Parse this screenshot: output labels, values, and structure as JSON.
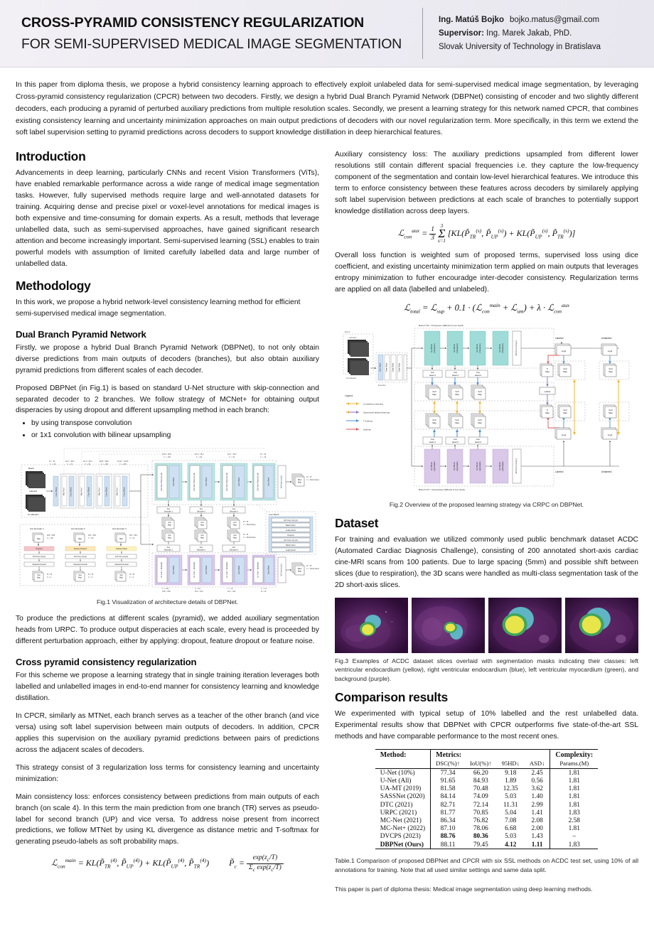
{
  "header": {
    "title_line1": "CROSS-PYRAMID CONSISTENCY REGULARIZATION",
    "title_line2": "FOR SEMI-SUPERVISED MEDICAL IMAGE SEGMENTATION",
    "author_label": "Ing. Matúš Bojko",
    "author_email": "bojko.matus@gmail.com",
    "supervisor_label": "Supervisor:",
    "supervisor_name": "Ing. Marek Jakab, PhD.",
    "affiliation": "Slovak University of Technology in Bratislava"
  },
  "abstract": "In this paper from diploma thesis, we propose a hybrid consistency learning approach to effectively exploit unlabeled data for semi-supervised medical image segmentation, by leveraging Cross-pyramid consistency regularization (CPCR) between two decoders. Firstly, we design a hybrid Dual Branch Pyramid Network (DBPNet) consisting of encoder and two slightly different decoders, each producing a pyramid of perturbed auxiliary predictions from multiple resolution scales. Secondly, we present a learning strategy for this network named CPCR, that combines existing consistency learning and uncertainty minimization approaches on main output predictions of decoders with our novel regularization term. More specifically, in this term we extend the soft label supervision setting to pyramid predictions across decoders to support knowledge distillation in deep hierarchical features.",
  "left": {
    "introduction_heading": "Introduction",
    "introduction_text": "Advancements in deep learning, particularly CNNs and recent Vision Transformers (ViTs), have enabled remarkable performance across a wide range of medical image segmentation tasks. However, fully supervised methods require large and well-annotated datasets for training. Acquiring dense and precise pixel or voxel-level annotations for medical images is both expensive and time-consuming for domain experts. As a result, methods that leverage unlabelled data, such as semi-supervised approaches, have gained significant research attention and become increasingly important. Semi-supervised learning (SSL) enables to train powerful models with assumption of limited carefully labelled data and large number of unlabelled data.",
    "methodology_heading": "Methodology",
    "methodology_text": "In this work, we propose a hybrid network-level consistency learning method for efficient semi-supervised medical image segmentation.",
    "dbpnet_heading": "Dual Branch Pyramid Network",
    "dbpnet_p1": "Firstly, we propose a hybrid Dual Branch Pyramid Network (DBPNet), to not only obtain diverse predictions from main outputs of decoders (branches), but also obtain auxiliary pyramid predictions from different scales of each decoder.",
    "dbpnet_p2": "Proposed DBPNet (in Fig.1) is based on standard U-Net structure with skip-connection and separated decoder to 2 branches. We follow strategy of MCNet+ for obtaining output disperacies by using dropout and different upsampling method in each branch:",
    "bullets": [
      "by using transpose convolution",
      "or 1x1 convolution with bilinear upsampling"
    ],
    "fig1_caption": "Fig.1 Visualization of architecture details of DBPNet.",
    "aux_heads_p": "To produce the predictions at different scales (pyramid), we added auxiliary segmentation heads from URPC. To produce output disperacies at each scale, every head is proceeded by different perturbation approach, either by applying: dropout, feature dropout or feature noise.",
    "cpcr_heading": "Cross pyramid consistency regularization",
    "cpcr_p1": "For this scheme we propose a learning strategy that in single training iteration leverages both labelled and unlabelled images in end-to-end manner for consistency learning and knowledge distillation.",
    "cpcr_p2": "In CPCR, similarly as MTNet, each branch serves as a teacher of the other branch (and vice versa) using soft label supervision between main outputs of decoders. In addition, CPCR applies this supervision on the auxiliary pyramid predictions between pairs of predictions across the adjacent scales of decoders.",
    "cpcr_p3": "This strategy consist of 3 regularization loss terms for consistency learning and uncertainty minimization:",
    "main_loss_p": "Main consistency loss: enforces consistency between predictions from main outputs of each branch (on scale 4). In this term the main prediction from one branch (TR) serves as pseudo-label for second branch (UP) and vice versa. To address noise present from incorrect predictions, we follow MTNet by using KL divergence as distance metric and T-softmax for generating pseudo-labels as soft probability maps."
  },
  "right": {
    "aux_loss_p": "Auxiliary consistency loss: The auxiliary predictions upsampled from different lower resolutions still contain different spacial frequencies i.e. they capture the low-frequency component of the segmentation and contain low-level hierarchical features. We introduce this term to enforce consistency between these features across decoders by similarely applying soft label supervision between predictions at each scale of branches to potentially support knowledge distillation across deep layers.",
    "overall_loss_p": "Overall loss function is weighted sum of proposed terms, supervised loss using dice coefficient, and existing uncertainty minimization term applied on main outputs that leverages entropy minimization to futher encouradge inter-decoder consistency. Regularization terms are applied on all data (labelled and unlabeled).",
    "fig2_caption": "Fig.2 Overview of the proposed learning strategy via CRPC on DBPNet.",
    "dataset_heading": "Dataset",
    "dataset_text": "For training and evaluation we utilized commonly used public benchmark dataset ACDC (Automated Cardiac Diagnosis Challenge), consisting of 200 annotated short-axis cardiac cine-MRI scans from 100 patients. Due to large spacing (5mm) and possible shift between slices (due to respiration), the 3D scans were handled as multi-class segmentation task of the 2D short-axis slices.",
    "fig3_caption": "Fig.3 Examples of ACDC dataset slices overlaid with segmentation masks indicating their classes: left ventricular endocardium (yellow), right ventricular endocardium (blue), left ventricular myocardium (green), and background (purple).",
    "comparison_heading": "Comparison results",
    "comparison_text": "We experimented with typical setup of 10% labelled and the rest unlabelled data. Experimental results show that DBPNet with CPCR outperforms five state-of-the-art SSL methods and have comparable performance to the most recent ones.",
    "table_caption": "Table.1 Comparison of proposed DBPNet and CPCR with six SSL methods on ACDC test set, using 10% of all annotations for training. Note that all used similar settings and same data split.",
    "footnote": "This paper is part of diploma thesis: Medical image segmentation using deep learning methods."
  },
  "table": {
    "group_headers": [
      "Method:",
      "Metrics:",
      "Complexity:"
    ],
    "sub_headers": [
      "",
      "DSC(%)↑",
      "IoU(%)↑",
      "95HD↓",
      "ASD↓",
      "Params.(M)"
    ],
    "rows": [
      {
        "method": "U-Net (10%)",
        "dsc": "77.34",
        "iou": "66.20",
        "hd": "9.18",
        "asd": "2.45",
        "params": "1.81",
        "bold_method": false,
        "bold": []
      },
      {
        "method": "U-Net (All)",
        "dsc": "91.65",
        "iou": "84.93",
        "hd": "1.89",
        "asd": "0.56",
        "params": "1.81",
        "bold_method": false,
        "bold": []
      },
      {
        "method": "UA-MT (2019)",
        "dsc": "81.58",
        "iou": "70.48",
        "hd": "12.35",
        "asd": "3.62",
        "params": "1.81",
        "bold_method": false,
        "bold": []
      },
      {
        "method": "SASSNet (2020)",
        "dsc": "84.14",
        "iou": "74.09",
        "hd": "5.03",
        "asd": "1.40",
        "params": "1.81",
        "bold_method": false,
        "bold": []
      },
      {
        "method": "DTC (2021)",
        "dsc": "82.71",
        "iou": "72.14",
        "hd": "11.31",
        "asd": "2.99",
        "params": "1.81",
        "bold_method": false,
        "bold": []
      },
      {
        "method": "URPC (2021)",
        "dsc": "81.77",
        "iou": "70.85",
        "hd": "5.04",
        "asd": "1.41",
        "params": "1.83",
        "bold_method": false,
        "bold": []
      },
      {
        "method": "MC-Net (2021)",
        "dsc": "86.34",
        "iou": "76.82",
        "hd": "7.08",
        "asd": "2.08",
        "params": "2.58",
        "bold_method": false,
        "bold": []
      },
      {
        "method": "MC-Net+ (2022)",
        "dsc": "87.10",
        "iou": "78.06",
        "hd": "6.68",
        "asd": "2.00",
        "params": "1.81",
        "bold_method": false,
        "bold": []
      },
      {
        "method": "DVCPS (2023)",
        "dsc": "88.76",
        "iou": "80.36",
        "hd": "5.03",
        "asd": "1.43",
        "params": "–",
        "bold_method": false,
        "bold": [
          "dsc",
          "iou"
        ]
      },
      {
        "method": "DBPNet (Ours)",
        "dsc": "88.11",
        "iou": "79.45",
        "hd": "4.12",
        "asd": "1.11",
        "params": "1.83",
        "bold_method": true,
        "bold": [
          "hd",
          "asd"
        ]
      }
    ]
  },
  "fig1_labels": {
    "batch": "Batch",
    "labeled": "Labeled",
    "unlabeled": "Un-labeled",
    "conv_block": "Conv Block",
    "max_pool": "Max Pool",
    "main_map": "Main Map",
    "aux_map": "Aux Map",
    "seg_map": "Seg Map",
    "aux_decoder_1": "Aux Decoder 1",
    "aux_decoder_2": "Aux Decoder 2",
    "aux_decoder_3": "Aux Decoder 3",
    "dropout": "Dropout",
    "feature_dropout": "Feature Dropout",
    "feature_noise": "Feature Noise",
    "conv3x3": "3x3 Conv (s1,p1)",
    "conv1x1": "3x3 Conv (s1,p1)",
    "upsample_nearest": "Upsample Nearest",
    "conv_trans": "2x2 Conv Trans (s2, p0)",
    "conv_upsample": "1x1 Conv + Upsample",
    "batch_norm": "Batch Norm",
    "leaky_relu": "Leaky ReLU",
    "conv_block_title": "Conv Block",
    "encoder_channels": [
      "C = 16",
      "C = 32",
      "C = 64",
      "C = 128",
      "C = 256"
    ],
    "decoder_channels": [
      "C = 128",
      "C = 64",
      "C = 32",
      "C = 16"
    ],
    "numclasses": "C = NumClasses"
  },
  "fig2_labels": {
    "branch_tr": "Branch TR = Transpose UpBlocks & Aux heads",
    "branch_up": "Branch UP = Upsampling UpBlocks & Aux heads",
    "batch": "Batch",
    "labeled": "Labeled",
    "unlabeled": "Un-labeled",
    "encoder": "Encoder",
    "conv_block": "Conv Block",
    "down_block": "Down Block",
    "up_block_transpose": "Up Block (transpose)",
    "up_block_upsample": "Up Block (upsample)",
    "aux_head_1": "Aux Head 1",
    "aux_head_2": "Aux Head 2",
    "aux_head_3": "Aux Head 3",
    "soft_map": "Soft Map",
    "p_map": "P Map",
    "logit": "Logit",
    "labels": "Labels",
    "conv3x3": "3x3 Conv (s1,p1)",
    "out_labeled": "Labeled",
    "out_unlabeled": "Unlabeled",
    "legend_title": "Legend:",
    "legend": [
      {
        "label": "Consistency learning",
        "color": "#f5b731"
      },
      {
        "label": "Supervised labeled learning",
        "color": "#8e6fc4"
      },
      {
        "label": "T-softmax",
        "color": "#4a90d9"
      },
      {
        "label": "Softmax",
        "color": "#e0565b"
      }
    ]
  },
  "colors": {
    "header_bg": "#efedf4",
    "tr_branch": "#9fdcd8",
    "up_branch": "#d9c8e8",
    "encoder_blue": "#cfe0f2",
    "dropout_pink": "#f5c6cb",
    "feature_dropout_yellow": "#fde8b8",
    "feature_noise_yellow": "#fbf2c0",
    "mri_purple": "#46164f",
    "mask_yellow": "#e8e54a",
    "mask_blue": "#5fb5c4",
    "mask_green": "#3fa55e"
  }
}
